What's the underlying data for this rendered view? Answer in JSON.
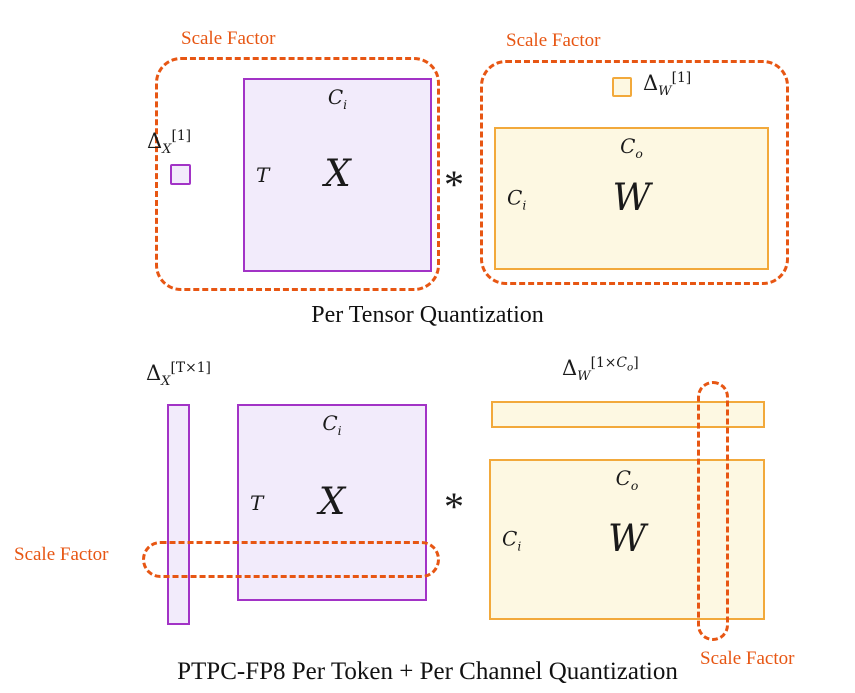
{
  "colors": {
    "purple_border": "#A233C6",
    "purple_fill": "#F2EBFB",
    "orange_border": "#F2A93B",
    "orange_fill": "#FDF8E2",
    "dash_line": "#E75613",
    "scale_factor_text": "#E75613"
  },
  "top": {
    "scale_factor_left": "Scale Factor",
    "scale_factor_right": "Scale Factor",
    "delta_x": {
      "base": "Δ",
      "sub": "X",
      "sup": "[1]"
    },
    "x_matrix": {
      "top_base": "C",
      "top_sub": "i",
      "left": "T",
      "center": "X"
    },
    "star": "*",
    "delta_w": {
      "base": "Δ",
      "sub": "W",
      "sup": "[1]"
    },
    "w_matrix": {
      "top_base": "C",
      "top_sub": "o",
      "left_base": "C",
      "left_sub": "i",
      "center": "W"
    },
    "caption": "Per Tensor Quantization"
  },
  "bottom": {
    "scale_factor_left": "Scale Factor",
    "scale_factor_right": "Scale Factor",
    "delta_x": {
      "base": "Δ",
      "sub": "X",
      "sup": "[T×1]"
    },
    "x_matrix": {
      "top_base": "C",
      "top_sub": "i",
      "left": "T",
      "center": "X"
    },
    "star": "*",
    "delta_w": {
      "base": "Δ",
      "sub": "W",
      "sup_pre": "[1×",
      "sup_c": "C",
      "sup_sub": "o",
      "sup_post": "]"
    },
    "w_matrix": {
      "top_base": "C",
      "top_sub": "o",
      "left_base": "C",
      "left_sub": "i",
      "center": "W"
    },
    "caption": "PTPC-FP8 Per Token + Per Channel Quantization"
  }
}
